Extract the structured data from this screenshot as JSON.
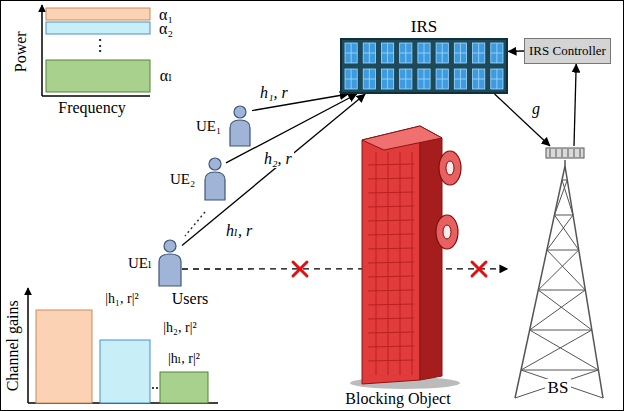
{
  "diagram": {
    "nodes": [
      {
        "text": [
          "IRS"
        ]
      },
      {
        "text": [
          "IRS Controller"
        ]
      },
      {
        "text": [
          "UE₁"
        ]
      },
      {
        "text": [
          "UE₂"
        ]
      },
      {
        "text": [
          "UEₗ"
        ]
      },
      {
        "text": [
          "BS"
        ]
      }
    ],
    "edges": [
      {
        "from": 2,
        "to": 0,
        "arrow": "to",
        "label": "h₁, r"
      },
      {
        "from": 3,
        "to": 0,
        "arrow": "to",
        "label": "h₂, r"
      },
      {
        "from": 4,
        "to": 0,
        "arrow": "to",
        "label": "hₗ, r"
      },
      {
        "from": 0,
        "to": 5,
        "arrow": "to",
        "label": "g"
      },
      {
        "from": 5,
        "to": 1,
        "arrow": "to"
      },
      {
        "from": 1,
        "to": 0,
        "arrow": "to"
      },
      {
        "from": 4,
        "to": 5,
        "arrow": "to"
      }
    ],
    "labels": [
      "Power",
      "Frequency",
      "α₁",
      "α₂",
      "⋮",
      "αₗ",
      "Users",
      "Blocking Object",
      "Channel gains",
      "|h₁, r|²",
      "|h₂, r|²",
      "|hₗ, r|²"
    ]
  }
}
